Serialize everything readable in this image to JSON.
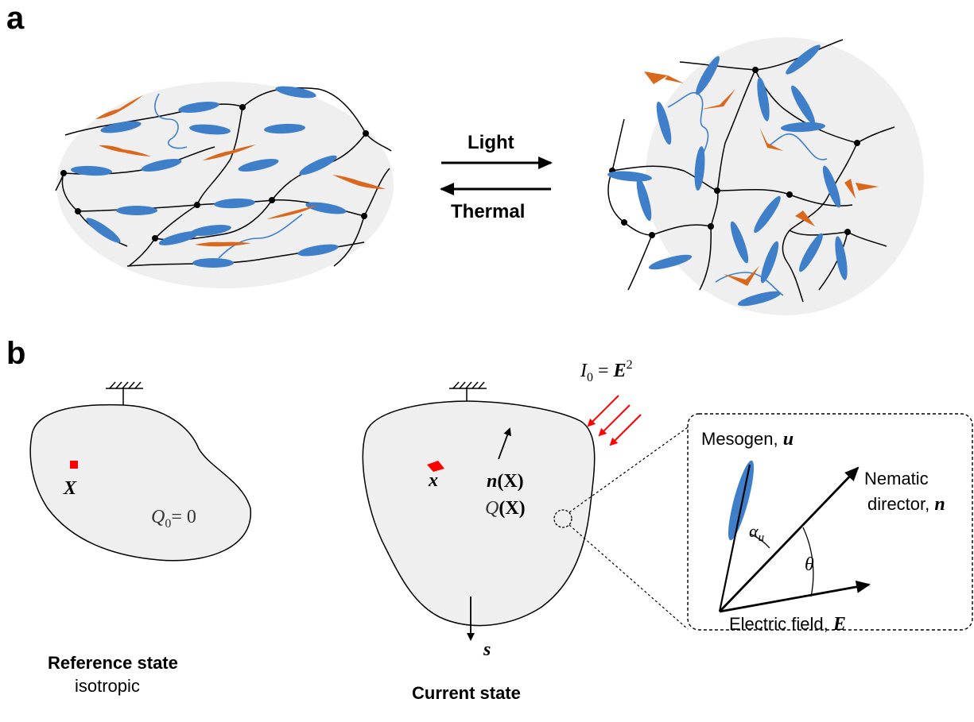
{
  "panels": {
    "a": "a",
    "b": "b"
  },
  "panel_a": {
    "forward_label": "Light",
    "reverse_label": "Thermal"
  },
  "panel_b": {
    "reference": {
      "point_label": "X",
      "order_q": "Q",
      "order_sub": "0",
      "order_value": "= 0",
      "caption_title": "Reference state",
      "caption_sub": "isotropic"
    },
    "current": {
      "point_label": "x",
      "director_label": "n",
      "director_arg": "(X)",
      "order_q": "Q",
      "order_arg": "(X)",
      "force_label": "s",
      "intensity_i": "I",
      "intensity_sub": "0",
      "intensity_eq": " = ",
      "intensity_e": "E",
      "intensity_exp": "2",
      "caption_title": "Current state"
    },
    "inset": {
      "mesogen_label": "Mesogen, ",
      "mesogen_sym": "u",
      "director_line1": "Nematic",
      "director_line2": "director, ",
      "director_sym": "n",
      "field_label": "Electric field, ",
      "field_sym": "E",
      "alpha": "α",
      "alpha_sub": "u",
      "theta": "θ"
    }
  },
  "colors": {
    "mesogen_blue": "#3f7fc9",
    "azo_orange": "#d9671c",
    "network_black": "#000000",
    "background_gray": "#efefef",
    "light_red": "#ff0000"
  }
}
